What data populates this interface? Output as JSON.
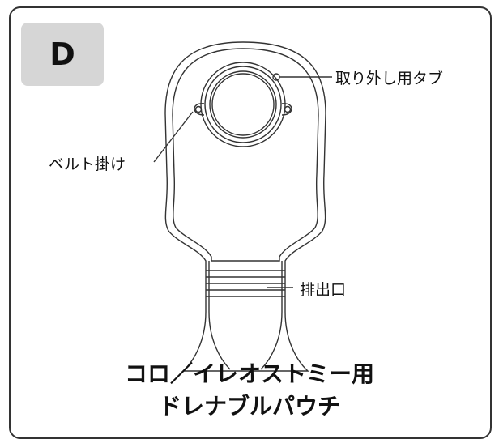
{
  "badge": {
    "letter": "D"
  },
  "labels": {
    "tab": "取り外し用タブ",
    "belt": "ベルト掛け",
    "outlet": "排出口"
  },
  "caption": {
    "line1": "コロ／イレオストミー用",
    "line2": "ドレナブルパウチ"
  },
  "colors": {
    "badge_bg": "#d6d6d6",
    "stroke": "#333333"
  }
}
